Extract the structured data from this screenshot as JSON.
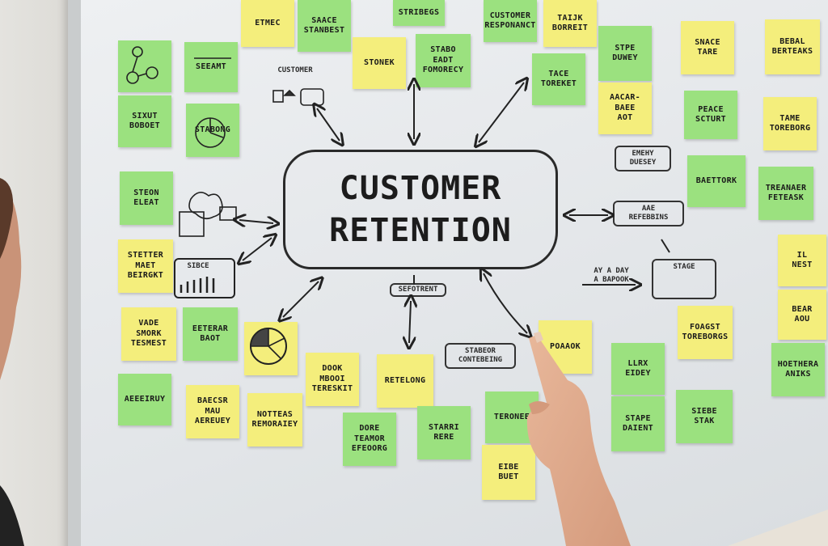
{
  "title": {
    "line1": "CUSTOMER",
    "line2": "RETENTION"
  },
  "colors": {
    "yellow_note": "#f4ee7c",
    "green_note": "#9be17f",
    "ink": "#1c1c1c",
    "board": "#e6e9ec"
  },
  "notes": [
    {
      "text": "ETMEC",
      "color": "yellow"
    },
    {
      "text": "SAACE\nSTANBEST",
      "color": "green"
    },
    {
      "text": "STRIBEGS",
      "color": "green"
    },
    {
      "text": "CUSTOMER\nRESPONANCT",
      "color": "green"
    },
    {
      "text": "TAIJK\nBORREIT",
      "color": "yellow"
    },
    {
      "text": "STPE\nDUWEY",
      "color": "green"
    },
    {
      "text": "SNACE\nTARE",
      "color": "yellow"
    },
    {
      "text": "BEBAL\nBERTEAKS",
      "color": "yellow"
    },
    {
      "text": "",
      "color": "green"
    },
    {
      "text": "SEEAMT",
      "color": "green"
    },
    {
      "text": "STONEK",
      "color": "yellow"
    },
    {
      "text": "STABO\nEADT\nFOMORECY",
      "color": "green"
    },
    {
      "text": "TACE\nTOREKET",
      "color": "green"
    },
    {
      "text": "SIXUT\nBOBOET",
      "color": "green"
    },
    {
      "text": "STABONG",
      "color": "green"
    },
    {
      "text": "AACAR-\nBAEE\nAOT",
      "color": "yellow"
    },
    {
      "text": "PEACE\nSCTURT",
      "color": "green"
    },
    {
      "text": "TAME\nTOREBORG",
      "color": "yellow"
    },
    {
      "text": "STEON\nELEAT",
      "color": "green"
    },
    {
      "text": "BAETTORK",
      "color": "green"
    },
    {
      "text": "TREANAER\nFETEASK",
      "color": "green"
    },
    {
      "text": "STETTER\nMAET\nBEIRGKT",
      "color": "yellow"
    },
    {
      "text": "IL\nNEST",
      "color": "yellow"
    },
    {
      "text": "BEAR\nAOU",
      "color": "yellow"
    },
    {
      "text": "VADE\nSMORK\nTESMEST",
      "color": "yellow"
    },
    {
      "text": "EETERAR\nBAOT",
      "color": "green"
    },
    {
      "text": "",
      "color": "yellow"
    },
    {
      "text": "FOAGST\nTOREBORGS",
      "color": "yellow"
    },
    {
      "text": "HOETHERA\nANIKS",
      "color": "green"
    },
    {
      "text": "AEEEIRUY",
      "color": "green"
    },
    {
      "text": "BAECSR\nMAU\nAEREUEY",
      "color": "yellow"
    },
    {
      "text": "NOTTEAS\nREMORAIEY",
      "color": "yellow"
    },
    {
      "text": "DOOK\nMBOOI\nTERESKIT",
      "color": "yellow"
    },
    {
      "text": "RETELONG",
      "color": "yellow"
    },
    {
      "text": "POAAOK",
      "color": "yellow"
    },
    {
      "text": "LLRX\nEIDEY",
      "color": "green"
    },
    {
      "text": "DORE\nTEAMOR\nEFEOORG",
      "color": "green"
    },
    {
      "text": "STARRI\nRERE",
      "color": "green"
    },
    {
      "text": "TERONEE",
      "color": "green"
    },
    {
      "text": "STAPE\nDAIENT",
      "color": "green"
    },
    {
      "text": "SIEBE\nSTAK",
      "color": "green"
    },
    {
      "text": "EIBE\nBUET",
      "color": "yellow"
    }
  ],
  "scribbles": [
    {
      "text": "CUSTOMER"
    },
    {
      "text": "SIBCE"
    },
    {
      "text": "EMEHY\nDUESEY"
    },
    {
      "text": "AAE\nREFEBBINS"
    },
    {
      "text": "AY A DAY\nA BAPOOK"
    },
    {
      "text": "STAGE"
    },
    {
      "text": "SEFOTRENT"
    },
    {
      "text": "STABEOR\nCONTEBEING"
    }
  ]
}
